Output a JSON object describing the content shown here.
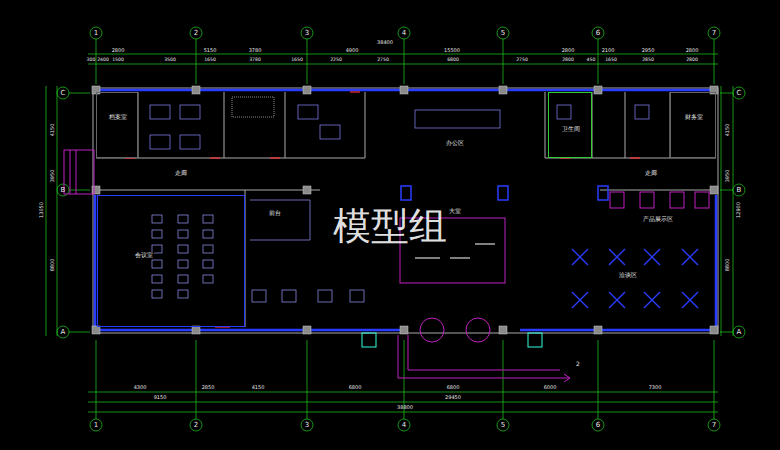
{
  "diagram": {
    "nodes": [
      {
        "text": [
          "档案室"
        ]
      },
      {
        "text": [
          "卫生间"
        ]
      },
      {
        "text": [
          "财务室"
        ]
      },
      {
        "text": [
          "会议室"
        ]
      }
    ],
    "labels": [
      "1",
      "2",
      "3",
      "4",
      "5",
      "6",
      "7",
      "1",
      "2",
      "3",
      "4",
      "5",
      "6",
      "7",
      "C",
      "B",
      "A",
      "C",
      "B",
      "A",
      "38400",
      "2800",
      "5150",
      "3780",
      "4900",
      "15500",
      "2800",
      "2100",
      "2950",
      "2800",
      "300",
      "2400",
      "1500",
      "3500",
      "1650",
      "3780",
      "1650",
      "2250",
      "2750",
      "6800",
      "2750",
      "2800",
      "450",
      "1650",
      "2850",
      "2800",
      "4150",
      "3950",
      "13050",
      "8800",
      "4150",
      "3950",
      "12900",
      "8800",
      "4300",
      "2850",
      "4150",
      "6800",
      "6800",
      "6000",
      "7300",
      "9150",
      "29450",
      "38800",
      "办公区",
      "走廊",
      "走廊",
      "前台",
      "大堂",
      "产品展示区",
      "洽谈区",
      "2",
      "模型组"
    ]
  }
}
